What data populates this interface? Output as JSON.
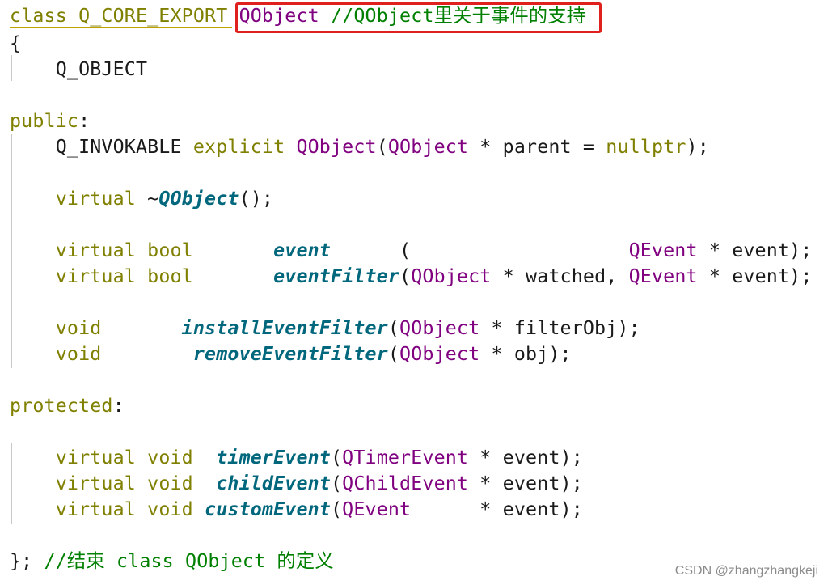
{
  "code": {
    "line1": {
      "kw_class": "class",
      "macro": "Q_CORE_EXPORT",
      "class_name": "QObject",
      "comment": "//QObject里关于事件的支持"
    },
    "line2": {
      "brace_open": "{"
    },
    "line3": {
      "macro": "Q_OBJECT"
    },
    "line4": {
      "access": "public",
      "colon": ":"
    },
    "line5": {
      "macro": "Q_INVOKABLE",
      "kw_explicit": "explicit",
      "ctor": "QObject",
      "lparen": "(",
      "param_type": "QObject",
      "ptr": "*",
      "param_name": "parent",
      "eq": "=",
      "default": "nullptr",
      "end": ");"
    },
    "line6": {
      "kw_virtual": "virtual",
      "tilde": "~",
      "dtor": "QObject",
      "end": "();"
    },
    "line7": {
      "kw_virtual": "virtual",
      "ret": "bool",
      "fn": "event",
      "lparen": "(",
      "param_type": "QEvent",
      "ptr": "*",
      "param_name": "event",
      "end": ");"
    },
    "line8": {
      "kw_virtual": "virtual",
      "ret": "bool",
      "fn": "eventFilter",
      "lparen": "(",
      "param1_type": "QObject",
      "ptr1": "*",
      "param1_name": "watched,",
      "param2_type": "QEvent",
      "ptr2": "*",
      "param2_name": "event",
      "end": ");"
    },
    "line9": {
      "ret": "void",
      "fn": "installEventFilter",
      "lparen": "(",
      "param_type": "QObject",
      "ptr": "*",
      "param_name": "filterObj",
      "end": ");"
    },
    "line10": {
      "ret": "void",
      "fn": "removeEventFilter",
      "lparen": "(",
      "param_type": "QObject",
      "ptr": "*",
      "param_name": "obj",
      "end": ");"
    },
    "line11": {
      "access": "protected",
      "colon": ":"
    },
    "line12": {
      "kw_virtual": "virtual",
      "ret": "void",
      "fn": "timerEvent",
      "lparen": "(",
      "param_type": "QTimerEvent",
      "ptr": "*",
      "param_name": "event",
      "end": ");"
    },
    "line13": {
      "kw_virtual": "virtual",
      "ret": "void",
      "fn": "childEvent",
      "lparen": "(",
      "param_type": "QChildEvent",
      "ptr": "*",
      "param_name": "event",
      "end": ");"
    },
    "line14": {
      "kw_virtual": "virtual",
      "ret": "void",
      "fn": "customEvent",
      "lparen": "(",
      "param_type": "QEvent",
      "ptr": "*",
      "param_name": "event",
      "end": ");"
    },
    "line15": {
      "brace_close": "};",
      "comment": "//结束 class QObject 的定义"
    }
  },
  "watermark": "CSDN @zhangzhangkeji",
  "colors": {
    "keyword": "#808000",
    "type": "#800080",
    "function": "#00677c",
    "comment": "#008000",
    "highlight_border": "#e0201c"
  }
}
